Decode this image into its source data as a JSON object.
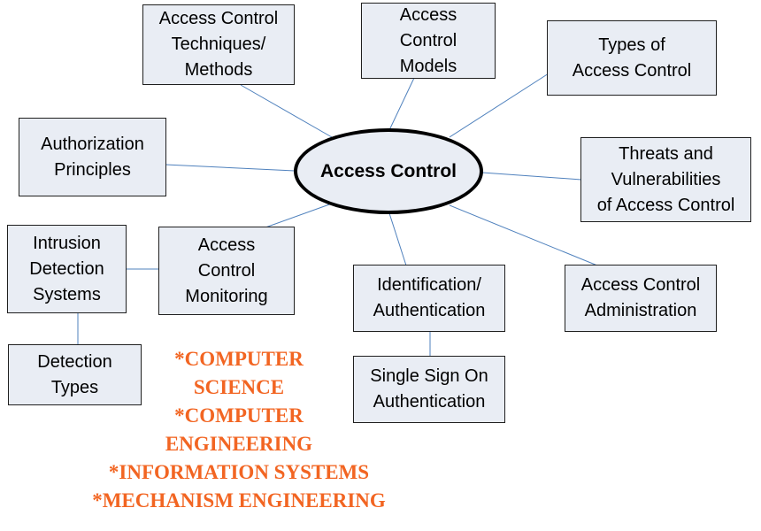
{
  "center": "Access Control",
  "nodes": {
    "techniques": "Access Control\nTechniques/\nMethods",
    "models": "Access\nControl\nModels",
    "types": "Types of\nAccess Control",
    "authorization": "Authorization\nPrinciples",
    "threats": "Threats and\nVulnerabilities\nof Access Control",
    "intrusion": "Intrusion\nDetection\nSystems",
    "monitoring": "Access\nControl\nMonitoring",
    "identification": "Identification/\nAuthentication",
    "administration": "Access Control\nAdministration",
    "detection": "Detection\nTypes",
    "sso": "Single Sign On\nAuthentication"
  },
  "notes": [
    "*COMPUTER\nSCIENCE",
    "*COMPUTER\nENGINEERING",
    "*INFORMATION SYSTEMS",
    "*MECHANISM ENGINEERING"
  ],
  "colors": {
    "box_fill": "#e9edf4",
    "connector": "#4f81bd",
    "note_text": "#f26522"
  }
}
